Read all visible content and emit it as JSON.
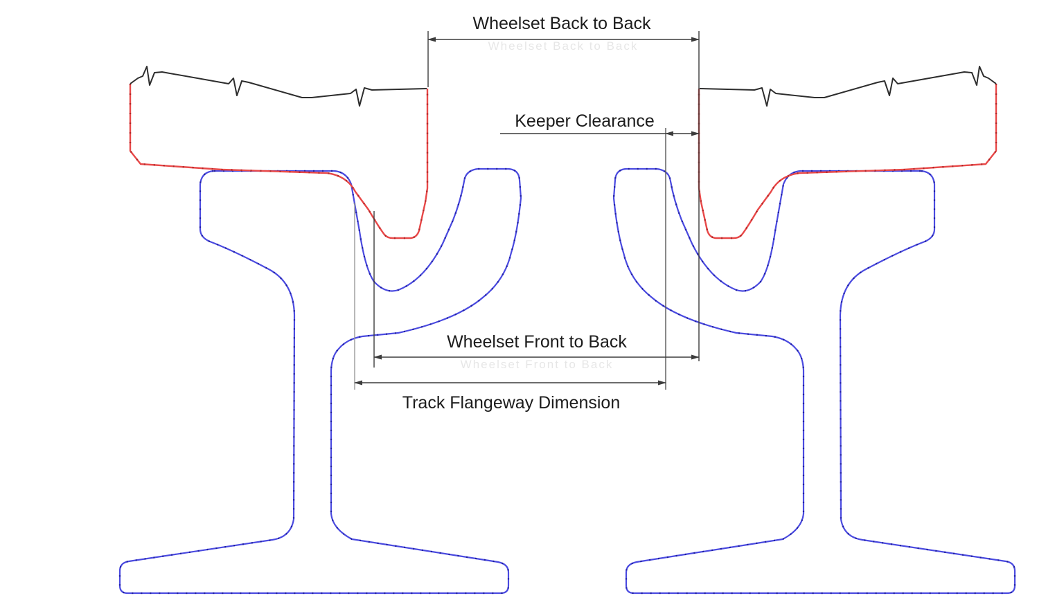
{
  "diagram": {
    "type": "railway-wheelset-and-grooved-rail-cross-section",
    "labels": {
      "back_to_back": "Wheelset Back to Back",
      "keeper_clearance": "Keeper Clearance",
      "front_to_back": "Wheelset Front to Back",
      "track_flangeway": "Track Flangeway Dimension"
    },
    "colors": {
      "background": "#ffffff",
      "rail_profile": "#4a4ae0",
      "wheel_flange_profile": "#e84848",
      "wheel_body_outline": "#2d2d2d",
      "dimension_lines": "#3c3c3c",
      "extension_line_gray": "#9a9a9a",
      "label_text": "#1c1c1c"
    }
  }
}
